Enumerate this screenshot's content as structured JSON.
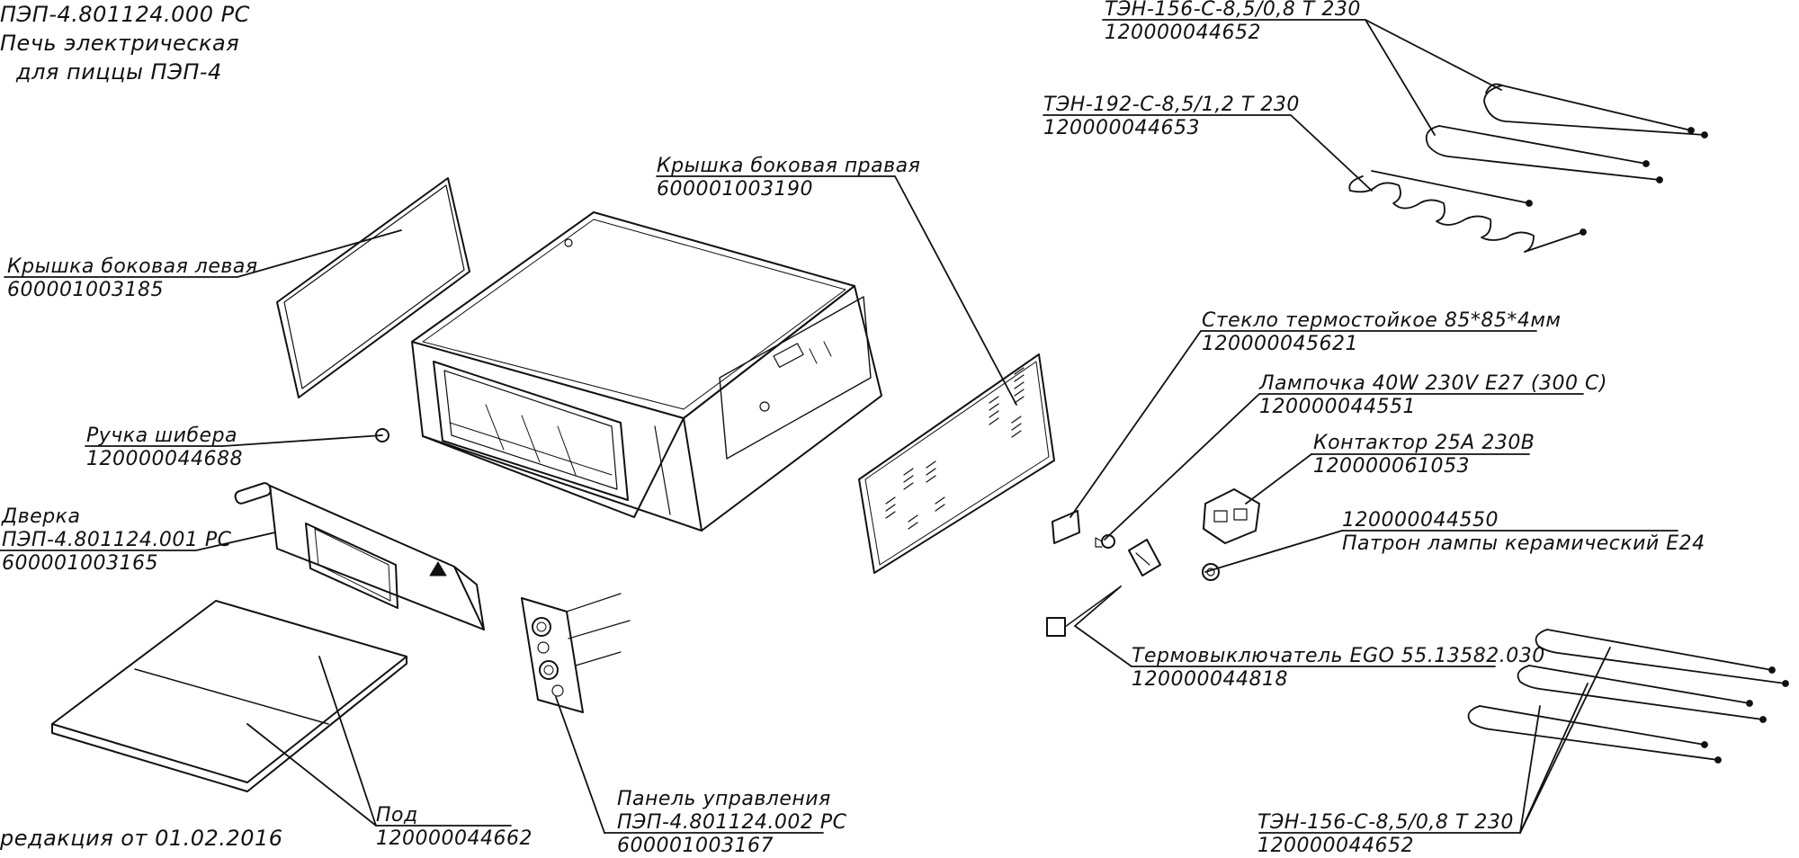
{
  "title": {
    "doc_code": "ПЭП-4.801124.000 РС",
    "line2": "Печь электрическая",
    "line3": "для пиццы ПЭП-4"
  },
  "revision": "редакция от 01.02.2016",
  "callouts": {
    "ten_top": {
      "name": "ТЭН-156-С-8,5/0,8 Т 230",
      "code": "120000044652"
    },
    "ten_192": {
      "name": "ТЭН-192-С-8,5/1,2 Т 230",
      "code": "120000044653"
    },
    "cover_right": {
      "name": "Крышка боковая правая",
      "code": "600001003190"
    },
    "cover_left": {
      "name": "Крышка боковая левая",
      "code": "600001003185"
    },
    "glass": {
      "name": "Стекло термостойкое 85*85*4мм",
      "code": "120000045621"
    },
    "lamp": {
      "name": "Лампочка 40W 230V E27 (300 С)",
      "code": "120000044551"
    },
    "contactor": {
      "name": "Контактор 25А 230В",
      "code": "120000061053"
    },
    "damper_handle": {
      "name": "Ручка шибера",
      "code": "120000044688"
    },
    "door": {
      "name": "Дверка",
      "spec": "ПЭП-4.801124.001 РС",
      "code": "600001003165"
    },
    "lamp_holder": {
      "code": "120000044550",
      "name": "Патрон лампы керамический Е24"
    },
    "thermostat": {
      "name": "Термовыключатель EGO 55.13582.030",
      "code": "120000044818"
    },
    "hearth": {
      "name": "Под",
      "code": "120000044662"
    },
    "control_panel": {
      "name": "Панель управления",
      "spec": "ПЭП-4.801124.002 РС",
      "code": "600001003167"
    },
    "ten_bottom": {
      "name": "ТЭН-156-С-8,5/0,8 Т 230",
      "code": "120000044652"
    }
  }
}
